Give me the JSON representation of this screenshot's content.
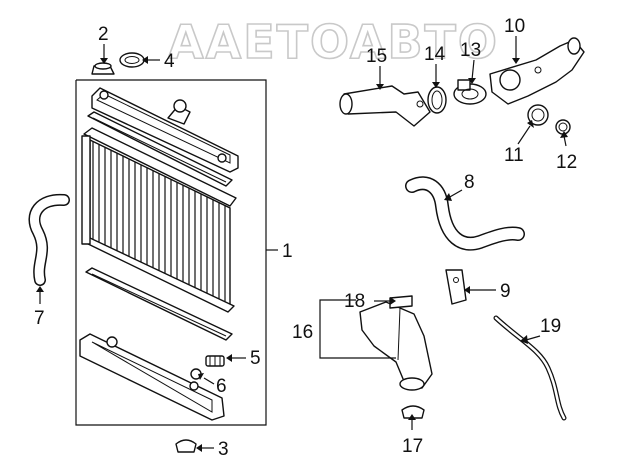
{
  "watermark": "AAETOABTO",
  "callouts": {
    "c1": "1",
    "c2": "2",
    "c3": "3",
    "c4": "4",
    "c5": "5",
    "c6": "6",
    "c7": "7",
    "c8": "8",
    "c9": "9",
    "c10": "10",
    "c11": "11",
    "c12": "12",
    "c13": "13",
    "c14": "14",
    "c15": "15",
    "c16": "16",
    "c17": "17",
    "c18": "18",
    "c19": "19"
  }
}
